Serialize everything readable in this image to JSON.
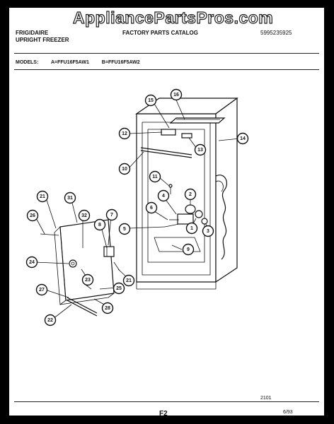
{
  "header": {
    "watermark": "AppliancePartsPros.com",
    "brand_line1": "FRIGIDAIRE",
    "brand_line2": "UPRIGHT FREEZER",
    "catalog_title": "FACTORY PARTS CATALOG",
    "catalog_number": "5995235925"
  },
  "models": {
    "label": "MODELS:",
    "model_a": "A=FFU16F5AW1",
    "model_b": "B=FFU16F5AW2"
  },
  "footer": {
    "page_code": "2101",
    "page_number": "F2",
    "date": "6/93"
  },
  "callouts": [
    "15",
    "16",
    "12",
    "14",
    "13",
    "10",
    "11",
    "2",
    "4",
    "6",
    "1",
    "3",
    "5",
    "9",
    "21",
    "31",
    "26",
    "32",
    "7",
    "8",
    "24",
    "23",
    "21",
    "25",
    "27",
    "28",
    "22"
  ]
}
